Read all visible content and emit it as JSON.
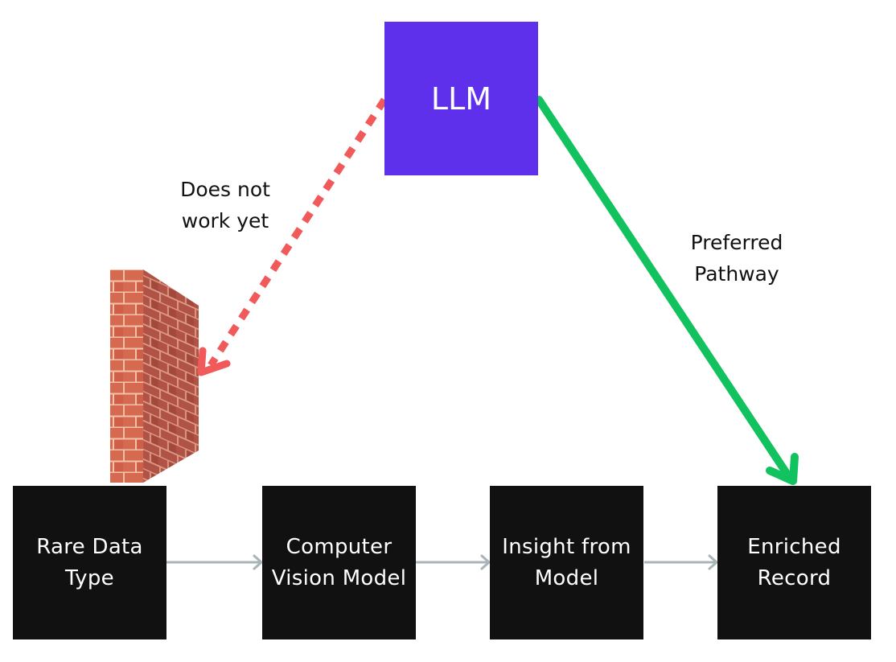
{
  "nodes": {
    "llm": {
      "label": "LLM"
    },
    "rare_data": {
      "line1": "Rare Data",
      "line2": "Type"
    },
    "cv_model": {
      "line1": "Computer",
      "line2": "Vision Model"
    },
    "insight": {
      "line1": "Insight from",
      "line2": "Model"
    },
    "enriched": {
      "line1": "Enriched",
      "line2": "Record"
    }
  },
  "edges": {
    "blocked": {
      "line1": "Does not",
      "line2": "work yet",
      "color": "#f05a5a",
      "style": "dotted"
    },
    "preferred": {
      "line1": "Preferred",
      "line2": "Pathway",
      "color": "#12c25e",
      "style": "solid"
    },
    "flow_color": "#a9b4b9"
  },
  "icons": {
    "wall": "brick-wall-icon"
  },
  "colors": {
    "llm": "#5e30eb",
    "node": "#111111",
    "brick_front": "#d0634a",
    "brick_side": "#b45043"
  }
}
